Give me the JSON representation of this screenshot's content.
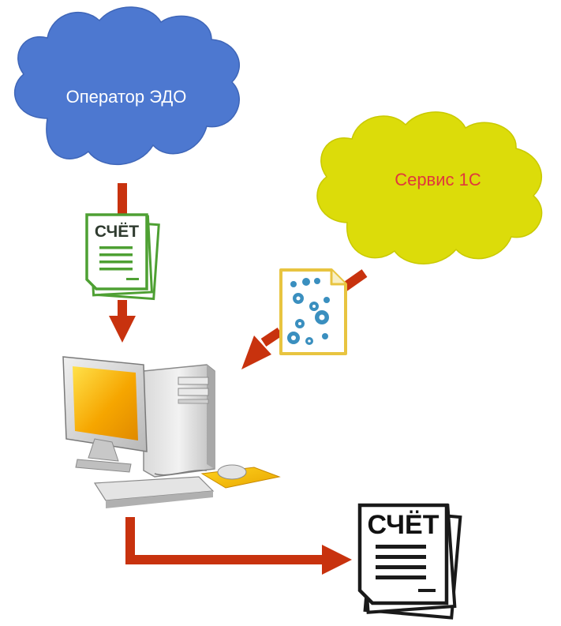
{
  "clouds": {
    "operator": {
      "label": "Оператор ЭДО",
      "fill": "#4d78d0",
      "text_color": "#ffffff"
    },
    "service": {
      "label": "Сервис 1С",
      "fill": "#dcdc0a",
      "text_color": "#e0383c"
    }
  },
  "documents": {
    "green_invoice": {
      "title": "СЧЁТ",
      "color": "#4ea033"
    },
    "black_invoice": {
      "title": "СЧЁТ",
      "color": "#1a1a1a"
    },
    "config_file": {
      "icon": "gears-file-icon",
      "color": "#e8c440",
      "gear_color": "#3a8fbf"
    }
  },
  "computer": {
    "icon": "desktop-computer-icon",
    "screen_color": "#f5a400"
  },
  "arrow_color": "#c8320e"
}
